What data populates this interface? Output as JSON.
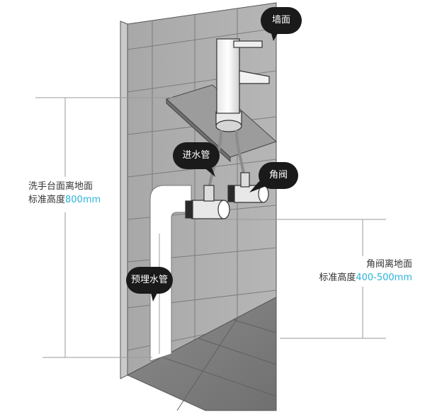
{
  "callouts": {
    "wall": "墙面",
    "inlet_pipe": "进水管",
    "angle_valve": "角阀",
    "embedded_pipe": "预埋水管"
  },
  "dimensions": {
    "basin_height_line1": "洗手台面离地面",
    "basin_height_line2_prefix": "标准高度",
    "basin_height_value": "800mm",
    "valve_height_line1": "角阀离地面",
    "valve_height_line2_prefix": "标准高度",
    "valve_height_value": "400-500mm"
  },
  "colors": {
    "highlight": "#2ab3d9",
    "bubble": "#1a1a1a",
    "wall": "#a9aaa9",
    "floor": "#7d7e7d"
  }
}
